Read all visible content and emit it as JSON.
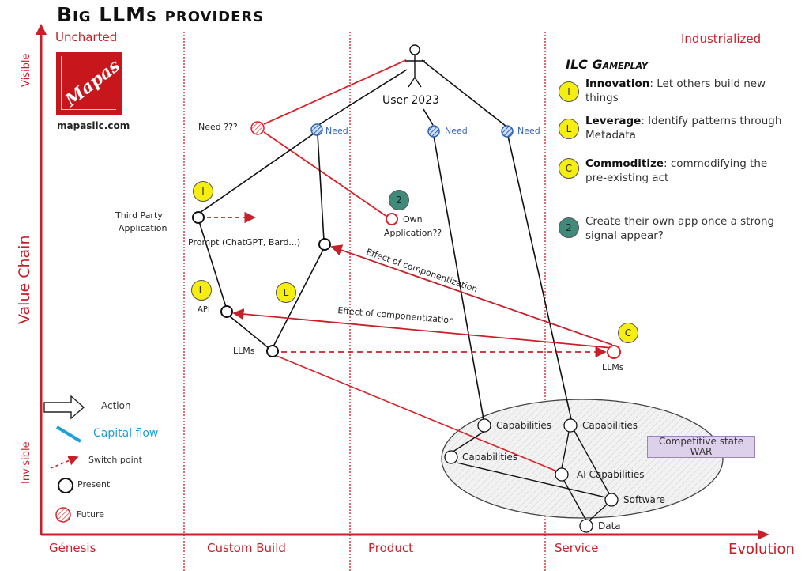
{
  "title": "Big LLMs providers",
  "axes": {
    "y_label": "Value Chain",
    "y_top": "Visible",
    "y_bottom": "Invisible",
    "x_label": "Evolution",
    "top_left": "Uncharted",
    "top_right": "Industrialized",
    "stages": [
      "Génesis",
      "Custom Build",
      "Product",
      "Service"
    ]
  },
  "logo": {
    "text": "Mapas",
    "url_text": "mapasllc.com"
  },
  "nodes": {
    "user": "User 2023",
    "need_future": "Need ???",
    "need_1": "Need",
    "need_2": "Need",
    "need_3": "Need",
    "third_party": "Third Party\nApplication",
    "third_party_l1": "Third Party",
    "third_party_l2": "Application",
    "prompt": "Prompt (ChatGPT, Bard...)",
    "own_app_l1": "Own",
    "own_app_l2": "Application??",
    "api": "API",
    "llms": "LLMs",
    "llms_future": "LLMs",
    "capabilities_1": "Capabilities",
    "capabilities_2": "Capabilities",
    "capabilities_3": "Capabilities",
    "ai_capabilities": "AI Capabilities",
    "software": "Software",
    "data": "Data"
  },
  "annotations": {
    "effect_1": "Effect of componentization",
    "effect_2": "Effect of componentization",
    "war_l1": "Competitive state",
    "war_l2": "WAR"
  },
  "badges": {
    "i": "I",
    "l": "L",
    "c": "C",
    "two": "2"
  },
  "gameplay": {
    "title": "ILC Gameplay",
    "items": [
      {
        "badge": "I",
        "term": "Innovation",
        "desc": ": Let others build new things"
      },
      {
        "badge": "L",
        "term": "Leverage",
        "desc": ": Identify patterns through Metadata"
      },
      {
        "badge": "C",
        "term": "Commoditize",
        "desc": ": commodifying the pre-existing act"
      },
      {
        "badge": "2",
        "term": "",
        "desc": "Create their own app once a strong signal appear?"
      }
    ]
  },
  "legend": {
    "action": "Action",
    "capital_flow": "Capital flow",
    "switch_point": "Switch point",
    "present": "Present",
    "future": "Future"
  },
  "colors": {
    "accent_red": "#c8202a",
    "need_blue": "#2f62b3",
    "badge_yellow": "#f5ee10",
    "badge_teal": "#3f8a7b",
    "capital_blue": "#1ea0db",
    "war_fill": "#dcd0ea"
  }
}
